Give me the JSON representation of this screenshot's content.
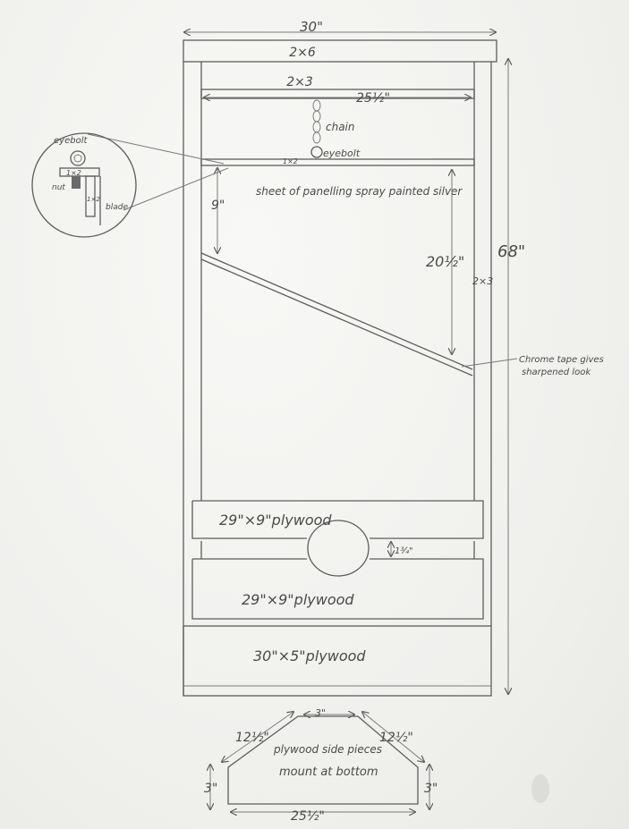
{
  "top_width": "30\"",
  "top_board": "2×6",
  "crossbar": "2×3",
  "inner_width": "25½\"",
  "chain": "chain",
  "eyebolt": "eyebolt",
  "guide_1x2": "1×2",
  "panel_note": "sheet of panelling spray painted silver",
  "drop_9": "9\"",
  "drop_20": "20½\"",
  "post": "2×3",
  "height": "68\"",
  "chrome_note_1": "Chrome tape gives",
  "chrome_note_2": "sharpened look",
  "stock_top": "29\"×9\"plywood",
  "stock_gap": "1¾\"",
  "stock_bottom": "29\"×9\"plywood",
  "base": "30\"×5\"plywood",
  "detail": {
    "eyebolt": "eyebolt",
    "board": "1×2",
    "nut": "nut",
    "small": "1×2",
    "blade": "blade"
  },
  "side_piece": {
    "top": "3\"",
    "left_slope": "12½\"",
    "right_slope": "12½\"",
    "note_1": "plywood side pieces",
    "note_2": "mount at bottom",
    "left_h": "3\"",
    "right_h": "3\"",
    "bottom": "25½\""
  }
}
